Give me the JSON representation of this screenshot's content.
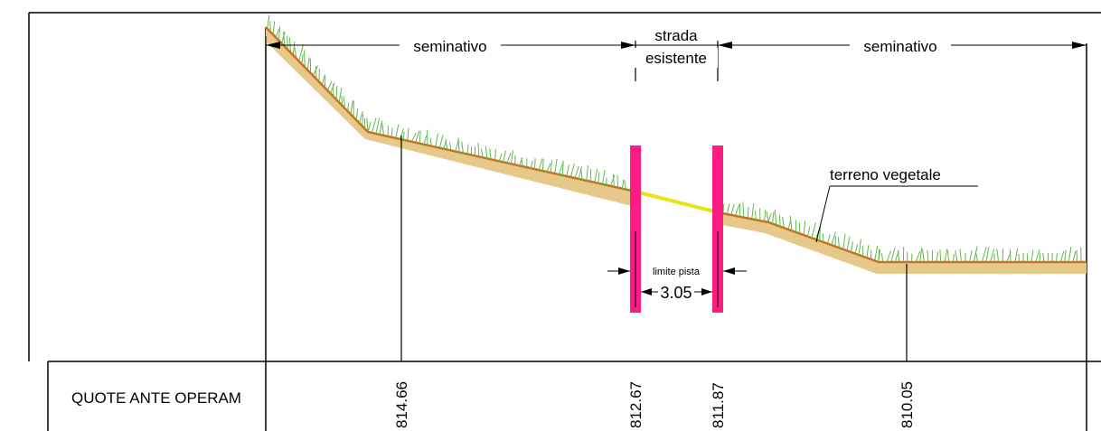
{
  "section": {
    "zones": {
      "left": "seminativo",
      "road_line1": "strada",
      "road_line2": "esistente",
      "right": "seminativo"
    },
    "topsoil_label": "terreno vegetale",
    "track_limit_label": "limite pista",
    "track_width": "3.05",
    "colors": {
      "ground_body": "#e6c98a",
      "ground_top": "#c8701e",
      "grass": "#5fb84a",
      "road_surface": "#e4e418",
      "limit_markers": "#ff1c82",
      "lines": "#000000"
    }
  },
  "table": {
    "row_label": "QUOTE ANTE OPERAM",
    "elevations": [
      "814.66",
      "812.67",
      "811.87",
      "810.05"
    ]
  }
}
